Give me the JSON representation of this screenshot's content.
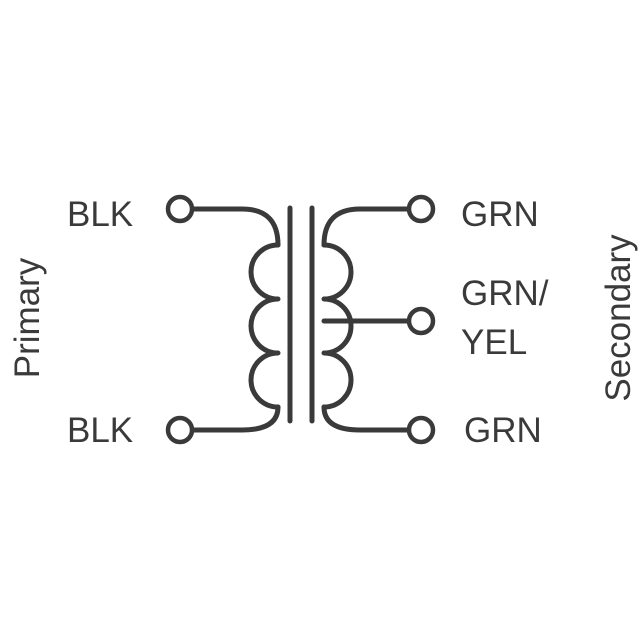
{
  "colors": {
    "line": "#3a3a3a",
    "text": "#3a3a3a",
    "background": "#ffffff"
  },
  "labels": {
    "primary_top": "BLK",
    "primary_bottom": "BLK",
    "secondary_top": "GRN",
    "secondary_center_line1": "GRN/",
    "secondary_center_line2": "YEL",
    "secondary_bottom": "GRN",
    "primary_side": "Primary",
    "secondary_side": "Secondary"
  }
}
